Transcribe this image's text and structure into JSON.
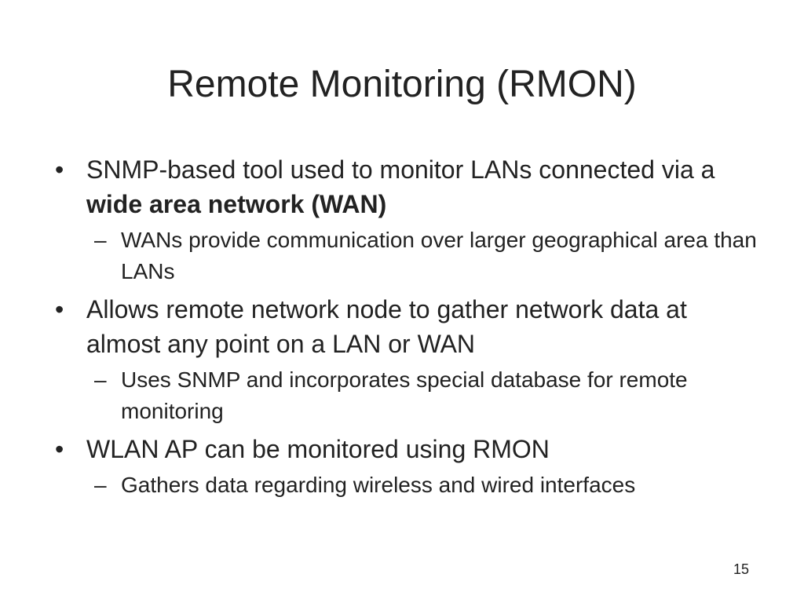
{
  "slide": {
    "title": "Remote Monitoring (RMON)",
    "bullet_marker": "•",
    "sub_marker": "–",
    "bullets": [
      {
        "text_before": "SNMP-based tool used to monitor LANs connected via a ",
        "text_bold": "wide area network (WAN)",
        "subs": [
          "WANs provide communication over larger geographical area than LANs"
        ]
      },
      {
        "text": "Allows remote network node to gather network data at almost any point on a LAN or WAN",
        "subs": [
          "Uses SNMP and incorporates special database for remote monitoring"
        ]
      },
      {
        "text": "WLAN AP can be monitored using RMON",
        "subs": [
          "Gathers data regarding wireless and wired interfaces"
        ]
      }
    ],
    "page_number": "15"
  }
}
